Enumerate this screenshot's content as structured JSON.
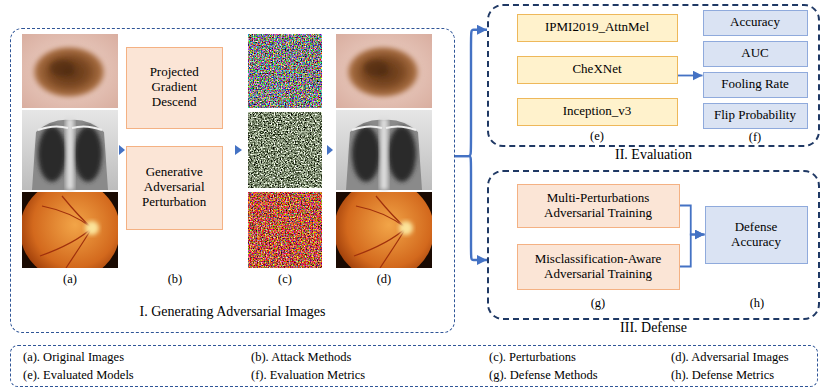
{
  "diagram": {
    "nodes": [
      {
        "text": [
          "I. Generating Adversarial Images"
        ]
      },
      {
        "text": [
          "Projected Gradient Descend"
        ],
        "in": 0
      },
      {
        "text": [
          "Generative Adversarial Perturbation"
        ],
        "in": 0
      },
      {
        "text": [
          "II. Evaluation"
        ]
      },
      {
        "text": [
          "IPMI2019_AttnMel"
        ],
        "in": 3
      },
      {
        "text": [
          "CheXNet"
        ],
        "in": 3
      },
      {
        "text": [
          "Inception_v3"
        ],
        "in": 3
      },
      {
        "text": [
          "Accuracy"
        ],
        "in": 3
      },
      {
        "text": [
          "AUC"
        ],
        "in": 3
      },
      {
        "text": [
          "Fooling Rate"
        ],
        "in": 3
      },
      {
        "text": [
          "Flip Probability"
        ],
        "in": 3
      },
      {
        "text": [
          "III. Defense"
        ]
      },
      {
        "text": [
          "Multi-Perturbations Adversarial Training"
        ],
        "in": 11
      },
      {
        "text": [
          "Misclassification-Aware Adversarial Training"
        ],
        "in": 11
      },
      {
        "text": [
          "Defense Accuracy"
        ],
        "in": 11
      },
      {
        "text": [
          "(a). Original Images",
          "(b). Attack Methods",
          "(c). Perturbations",
          "(d). Adversarial Images",
          "(e). Evaluated Models",
          "(f). Evaluation Metrics",
          "(g). Defense Methods",
          "(h). Defense Metrics"
        ]
      }
    ],
    "edges": [
      {
        "from": 0,
        "to": 3,
        "arrow": "to"
      },
      {
        "from": 0,
        "to": 11,
        "arrow": "to"
      },
      {
        "from": 5,
        "to": 9,
        "arrow": "to"
      },
      {
        "from": 12,
        "to": 14,
        "arrow": "to"
      },
      {
        "from": 13,
        "to": 14,
        "arrow": "to"
      }
    ],
    "labels": [
      "(a)",
      "(b)",
      "(c)",
      "(d)",
      "(e)",
      "(f)",
      "(g)",
      "(h)"
    ]
  }
}
